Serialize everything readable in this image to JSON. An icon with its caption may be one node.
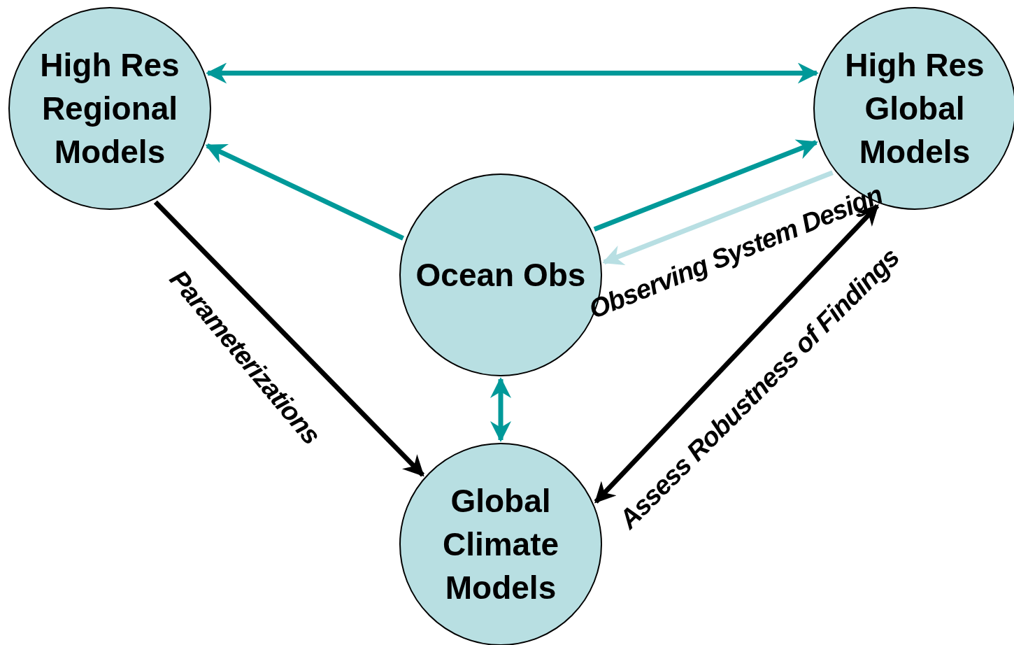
{
  "diagram": {
    "nodes": [
      {
        "text": [
          "High Res Regional Models"
        ]
      },
      {
        "text": [
          "High Res Global Models"
        ]
      },
      {
        "text": [
          "Ocean Obs"
        ]
      },
      {
        "text": [
          "Global Climate Models"
        ]
      }
    ],
    "edges": [
      {
        "from": 0,
        "to": 1,
        "arrow": "both"
      },
      {
        "from": 2,
        "to": 0,
        "arrow": "to"
      },
      {
        "from": 2,
        "to": 1,
        "arrow": "to"
      },
      {
        "from": 1,
        "to": 2,
        "arrow": "to",
        "label": "Observing System Design",
        "color": "#b8dfe3"
      },
      {
        "from": 2,
        "to": 3,
        "arrow": "both"
      },
      {
        "from": 0,
        "to": 3,
        "arrow": "to",
        "label": "Parameterizations",
        "color": "#000000"
      },
      {
        "from": 3,
        "to": 1,
        "arrow": "both",
        "label": "Assess Robustness of Findings",
        "color": "#000000"
      }
    ]
  }
}
